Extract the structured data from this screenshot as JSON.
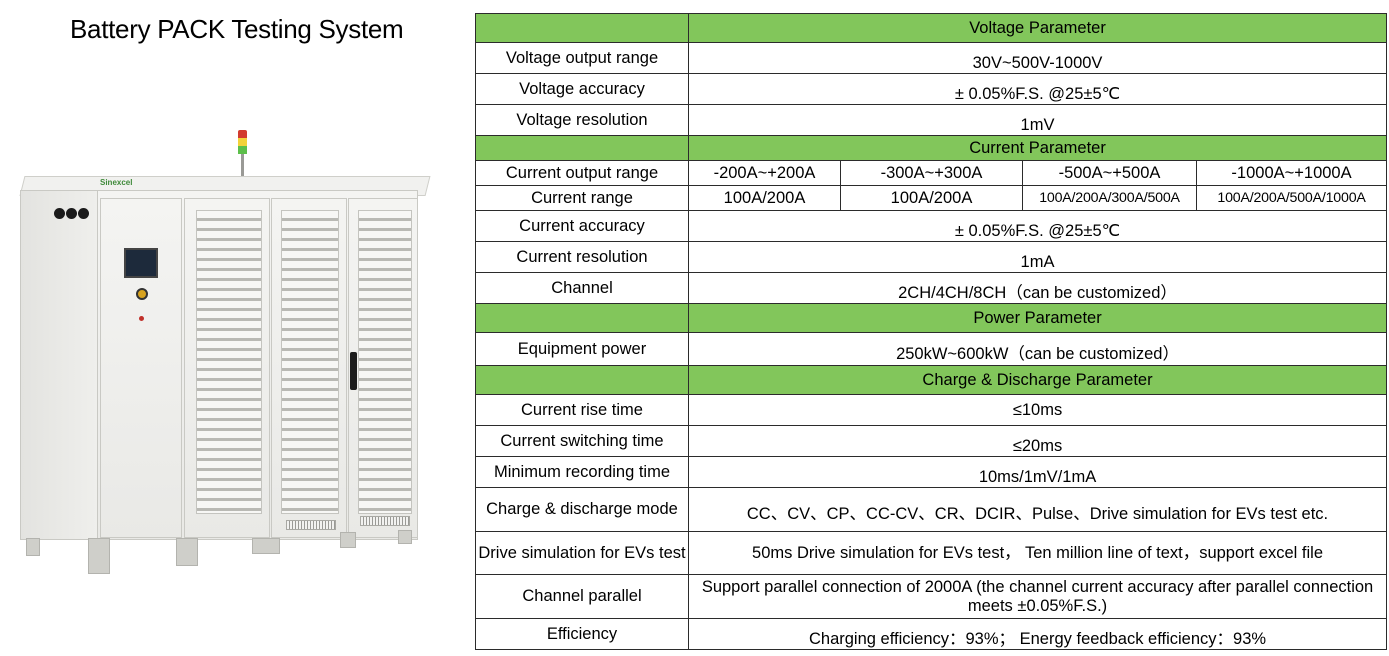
{
  "title": "Battery PACK Testing System",
  "brand_logo": "Sinexcel",
  "colors": {
    "section_header": "#82c65b",
    "table_border": "#2b2b2b"
  },
  "table": {
    "voltage_header": "Voltage Parameter",
    "voltage_output_range": {
      "label": "Voltage output  range",
      "value": "30V~500V-1000V"
    },
    "voltage_accuracy": {
      "label": "Voltage accuracy",
      "value": "± 0.05%F.S. @25±5℃"
    },
    "voltage_resolution": {
      "label": "Voltage resolution",
      "value": "1mV"
    },
    "current_header": "Current Parameter",
    "current_output_range": {
      "label": "Current output  range",
      "values": [
        "-200A~+200A",
        "-300A~+300A",
        "-500A~+500A",
        "-1000A~+1000A"
      ]
    },
    "current_range": {
      "label": "Current range",
      "values": [
        "100A/200A",
        "100A/200A",
        "100A/200A/300A/500A",
        "100A/200A/500A/1000A"
      ]
    },
    "current_accuracy": {
      "label": "Current accuracy",
      "value": "± 0.05%F.S. @25±5℃"
    },
    "current_resolution": {
      "label": "Current resolution",
      "value": "1mA"
    },
    "channel": {
      "label": "Channel",
      "value": "2CH/4CH/8CH（can be customized）"
    },
    "power_header": "Power Parameter",
    "equipment_power": {
      "label": "Equipment power",
      "value": "250kW~600kW（can be customized）"
    },
    "charge_header": "Charge & Discharge Parameter",
    "current_rise_time": {
      "label": "Current rise time",
      "value": "≤10ms"
    },
    "current_switching_time": {
      "label": "Current switching time",
      "value": "≤20ms"
    },
    "minimum_recording_time": {
      "label": "Minimum recording time",
      "value": "10ms/1mV/1mA"
    },
    "charge_discharge_mode": {
      "label": "Charge & discharge mode",
      "value": "CC、CV、CP、CC-CV、CR、DCIR、Pulse、Drive simulation for EVs test etc."
    },
    "drive_simulation": {
      "label": "Drive simulation for EVs test",
      "value": "50ms Drive simulation for EVs test， Ten million line of text，support excel file"
    },
    "channel_parallel": {
      "label": "Channel parallel",
      "value": "Support parallel connection of 2000A (the channel current accuracy after parallel connection meets ±0.05%F.S.)"
    },
    "efficiency": {
      "label": "Efficiency",
      "value": "Charging efficiency：93%； Energy feedback efficiency：93%"
    }
  }
}
